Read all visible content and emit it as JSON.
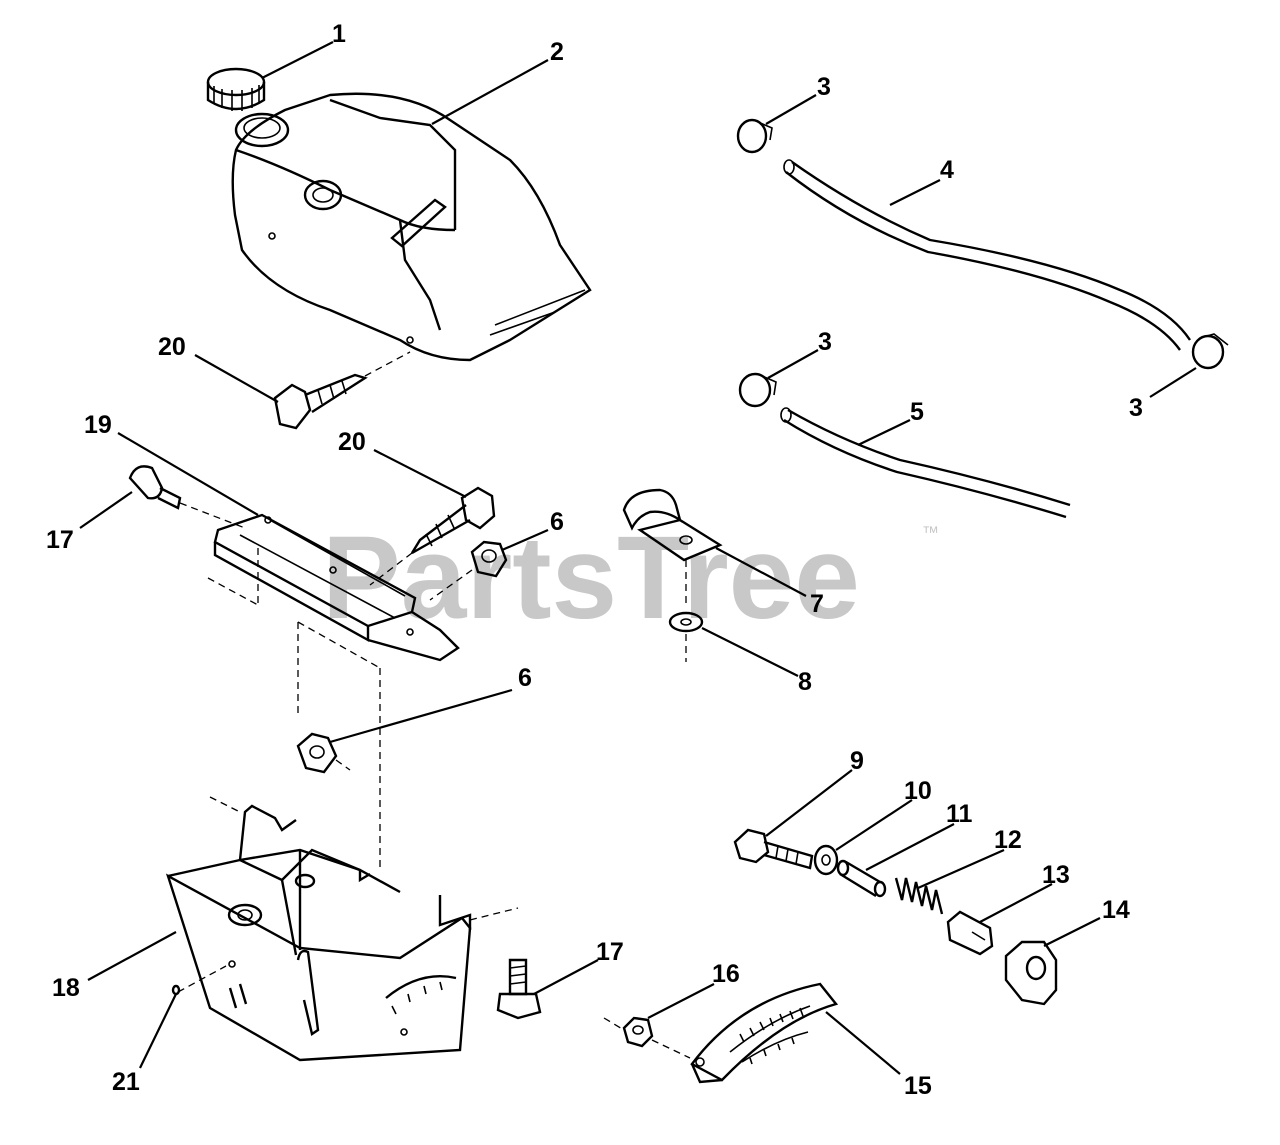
{
  "watermark": {
    "text": "PartsTree",
    "tm": "™"
  },
  "callouts": [
    "1",
    "2",
    "3",
    "4",
    "3",
    "3",
    "5",
    "20",
    "19",
    "20",
    "17",
    "6",
    "7",
    "8",
    "6",
    "9",
    "10",
    "11",
    "12",
    "13",
    "14",
    "17",
    "16",
    "18",
    "21",
    "15"
  ],
  "parts": [
    "fuel-cap",
    "fuel-tank",
    "hose-clamp",
    "fuel-line",
    "fuel-line-short",
    "lock-nut",
    "hose-clip",
    "washer",
    "bolt",
    "flat-washer",
    "spacer",
    "spring",
    "latch",
    "bracket",
    "scale-plate",
    "flange-nut",
    "carriage-bolt",
    "dash-panel",
    "dash-support",
    "screw",
    "pin"
  ]
}
